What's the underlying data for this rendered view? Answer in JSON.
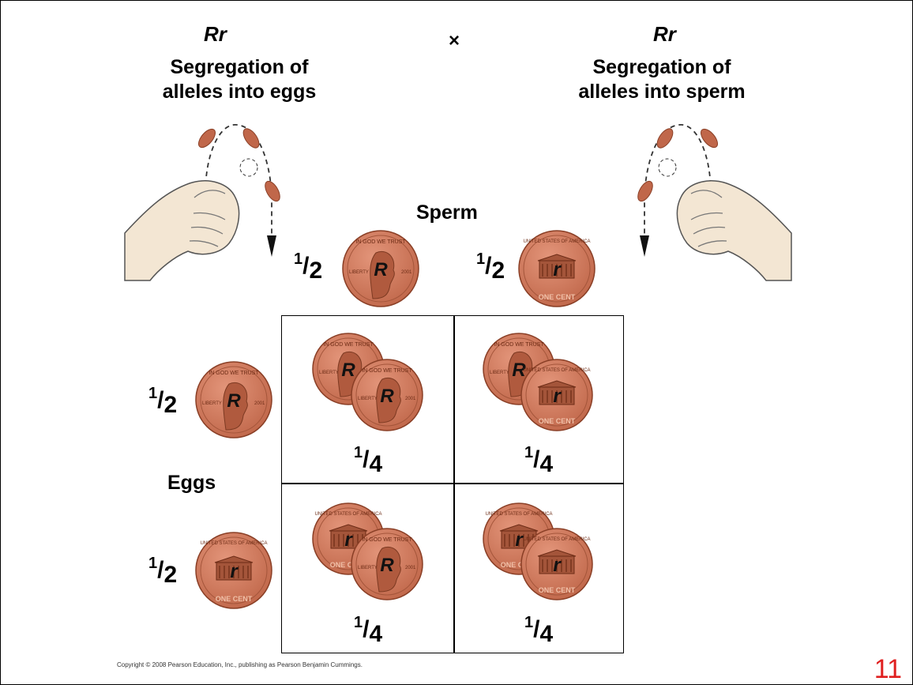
{
  "cross": {
    "left_genotype": "Rr",
    "right_genotype": "Rr",
    "cross_symbol": "×",
    "left_heading_line1": "Segregation of",
    "left_heading_line2": "alleles into eggs",
    "right_heading_line1": "Segregation of",
    "right_heading_line2": "alleles into sperm"
  },
  "sperm_label": "Sperm",
  "eggs_label": "Eggs",
  "fraction_half": {
    "num": "1",
    "den": "2"
  },
  "fraction_quarter": {
    "num": "1",
    "den": "4"
  },
  "alleles": {
    "dominant": "R",
    "recessive": "r"
  },
  "coin_text": {
    "heads_motto": "IN GOD WE TRUST",
    "heads_liberty": "LIBERTY",
    "heads_year": "2001",
    "tails_top": "UNITED STATES OF AMERICA",
    "tails_bottom": "ONE CENT"
  },
  "punnett": [
    [
      "R",
      "R"
    ],
    [
      "R",
      "r"
    ],
    [
      "r",
      "R"
    ],
    [
      "r",
      "r"
    ]
  ],
  "copyright": "Copyright © 2008 Pearson Education, Inc., publishing as Pearson Benjamin Cummings.",
  "slide_number": "11",
  "colors": {
    "coin": "#c0674a",
    "coin_dark": "#8a3f26",
    "skin": "#f3e6d3",
    "slide_number": "#e02020"
  }
}
